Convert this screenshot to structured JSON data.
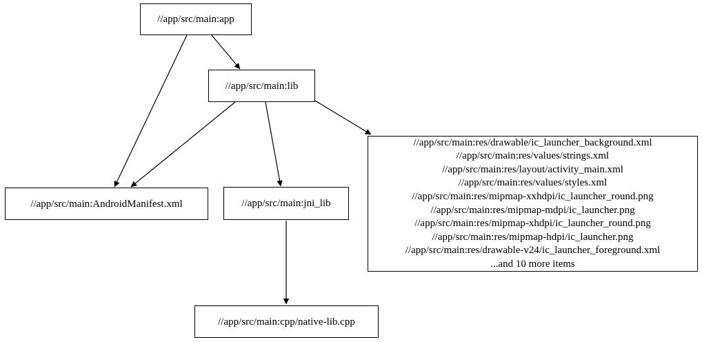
{
  "diagram": {
    "type": "dependency-graph",
    "background_color": "#ffffff",
    "node_border_color": "#000000",
    "text_color": "#000000",
    "edge_color": "#000000",
    "nodes": {
      "app": {
        "label": "//app/src/main:app"
      },
      "lib": {
        "label": "//app/src/main:lib"
      },
      "manifest": {
        "label": "//app/src/main:AndroidManifest.xml"
      },
      "jni_lib": {
        "label": "//app/src/main:jni_lib"
      },
      "cpp": {
        "label": "//app/src/main:cpp/native-lib.cpp"
      },
      "res": {
        "lines": [
          "//app/src/main:res/drawable/ic_launcher_background.xml",
          "//app/src/main:res/values/strings.xml",
          "//app/src/main:res/layout/activity_main.xml",
          "//app/src/main:res/values/styles.xml",
          "//app/src/main:res/mipmap-xxhdpi/ic_launcher_round.png",
          "//app/src/main:res/mipmap-mdpi/ic_launcher.png",
          "//app/src/main:res/mipmap-xhdpi/ic_launcher_round.png",
          "//app/src/main:res/mipmap-hdpi/ic_launcher.png",
          "//app/src/main:res/drawable-v24/ic_launcher_foreground.xml",
          "...and 10 more items"
        ]
      }
    },
    "edges": [
      {
        "from": "app",
        "to": "lib"
      },
      {
        "from": "app",
        "to": "manifest"
      },
      {
        "from": "lib",
        "to": "manifest"
      },
      {
        "from": "lib",
        "to": "jni_lib"
      },
      {
        "from": "lib",
        "to": "res"
      },
      {
        "from": "jni_lib",
        "to": "cpp"
      }
    ]
  }
}
